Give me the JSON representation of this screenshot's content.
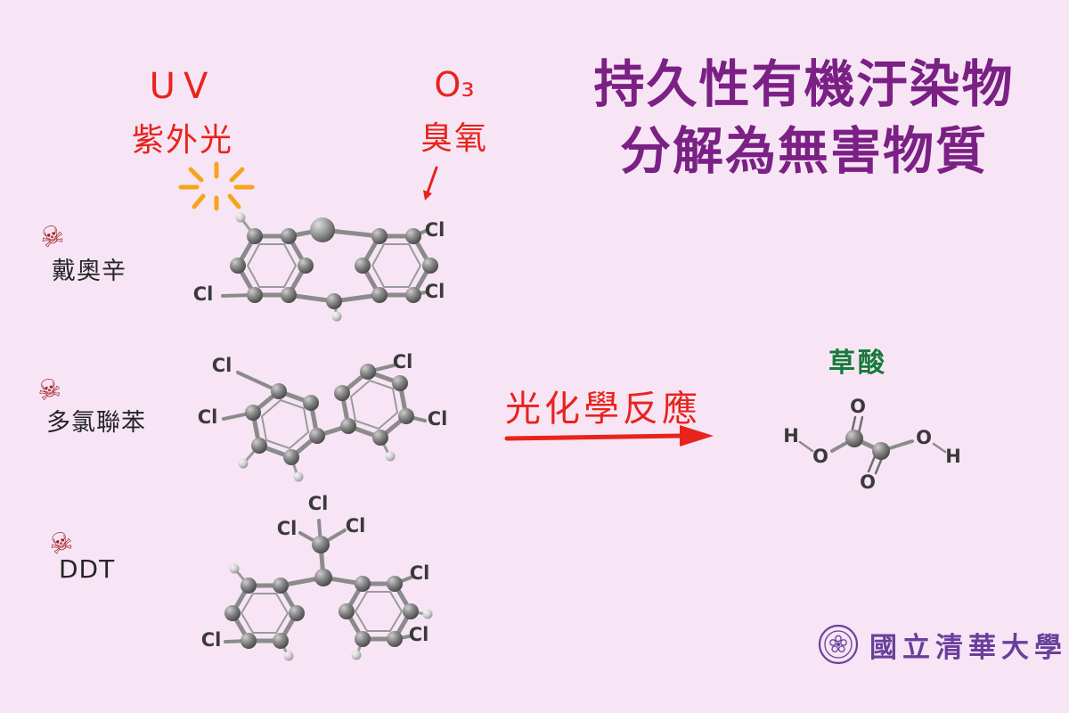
{
  "colors": {
    "background": "#f7e5f5",
    "title_purple": "#7b2084",
    "accent_red": "#e8231b",
    "product_green": "#157a3a",
    "skull_red": "#a32222",
    "logo_purple": "#6a3f9b",
    "sun_orange": "#f5a51d"
  },
  "uv": {
    "abbr": "UV",
    "name": "紫外光"
  },
  "ozone": {
    "formula": "O₃",
    "name": "臭氧"
  },
  "title": {
    "line1": "持久性有機汙染物",
    "line2": "分解為無害物質"
  },
  "pollutants": [
    {
      "name": "戴奧辛",
      "skull": "☠",
      "labels": [
        "Cl",
        "Cl",
        "Cl"
      ]
    },
    {
      "name": "多氯聯苯",
      "skull": "☠",
      "labels": [
        "Cl",
        "Cl",
        "Cl",
        "Cl"
      ]
    },
    {
      "name": "DDT",
      "skull": "☠",
      "labels": [
        "Cl",
        "Cl",
        "Cl",
        "Cl",
        "Cl",
        "Cl"
      ]
    }
  ],
  "reaction": {
    "label": "光化學反應"
  },
  "product": {
    "name": "草酸",
    "labels": [
      "O",
      "O",
      "O",
      "O",
      "H",
      "H"
    ]
  },
  "logo": {
    "university": "國立清華大學"
  }
}
